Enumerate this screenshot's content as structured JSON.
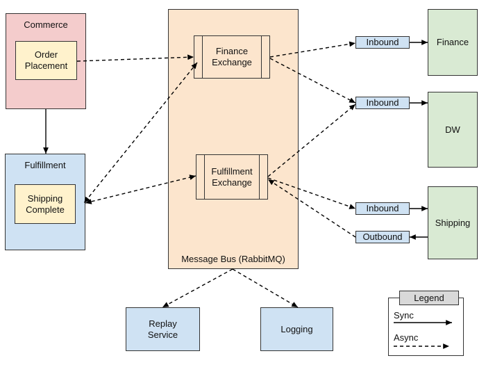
{
  "commerce": {
    "title": "Commerce",
    "order_placement": "Order\nPlacement"
  },
  "fulfillment": {
    "title": "Fulfillment",
    "shipping_complete": "Shipping\nComplete"
  },
  "bus": {
    "title": "Message Bus (RabbitMQ)",
    "finance_exchange": "Finance\nExchange",
    "fulfillment_exchange": "Fulfillment\nExchange"
  },
  "queues": {
    "inbound": "Inbound",
    "outbound": "Outbound"
  },
  "systems": {
    "finance": "Finance",
    "dw": "DW",
    "shipping": "Shipping"
  },
  "services": {
    "replay": "Replay\nService",
    "logging": "Logging"
  },
  "legend": {
    "title": "Legend",
    "sync": "Sync",
    "async": "Async"
  },
  "colors": {
    "commerce_fill": "#f4cccc",
    "blue_fill": "#cfe2f3",
    "inner_fill": "#fff2cc",
    "bus_fill": "#fce5cd",
    "system_fill": "#d9ead3",
    "legend_header_fill": "#d9d9d9",
    "line": "#000000"
  }
}
